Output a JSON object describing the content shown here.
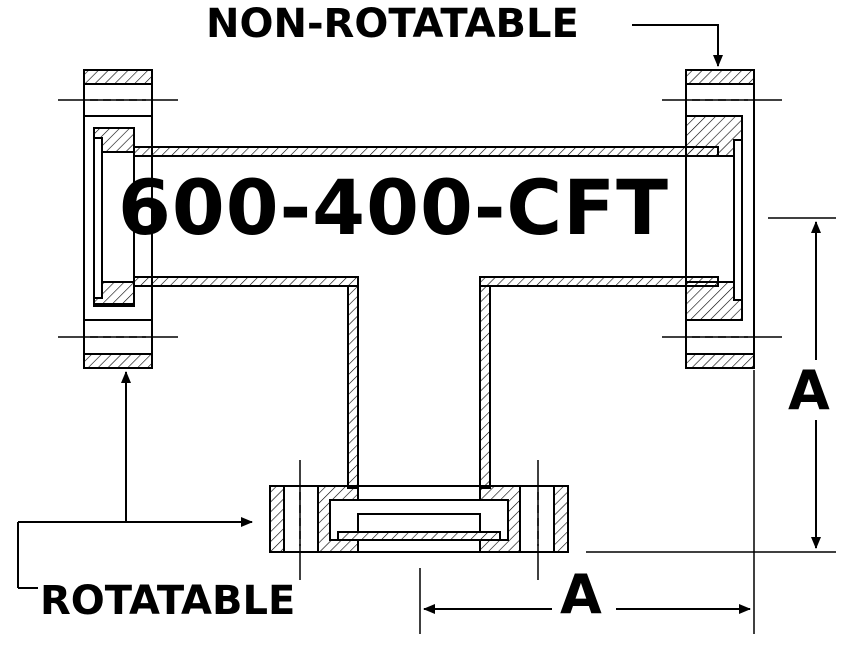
{
  "title": "600-400-CFT",
  "labels": {
    "non_rotatable": "NON-ROTATABLE",
    "rotatable": "ROTATABLE",
    "dim_vertical": "A",
    "dim_horizontal": "A"
  },
  "colors": {
    "line": "#000000",
    "background": "#ffffff"
  }
}
